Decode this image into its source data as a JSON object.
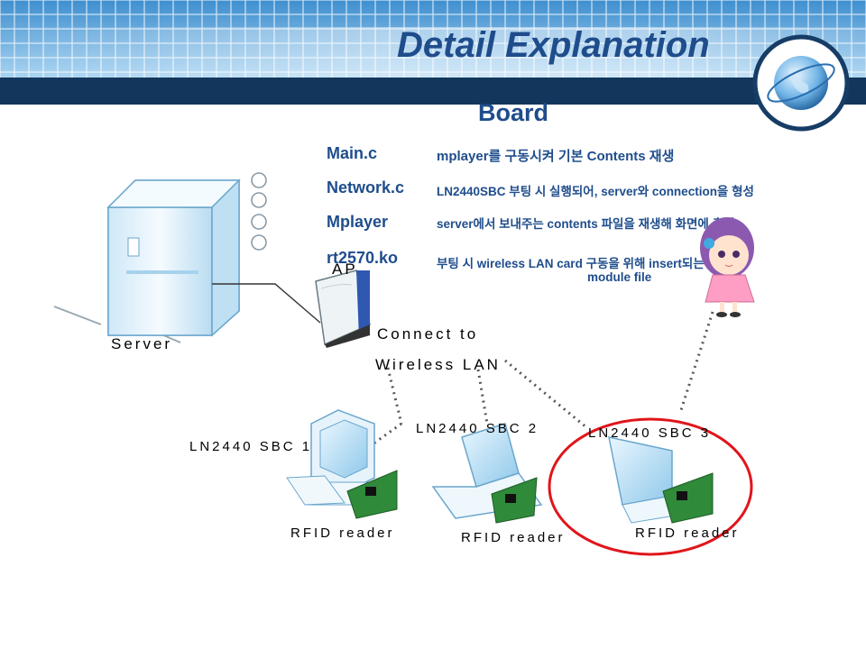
{
  "title": "Detail Explanation",
  "board": {
    "heading": "Board",
    "rows": [
      {
        "term": "Main.c",
        "desc": "mplayer를 구동시켜 기본 Contents 재생"
      },
      {
        "term": "Network.c",
        "desc": "LN2440SBC 부팅 시 실행되어, server와 connection을 형성"
      },
      {
        "term": "Mplayer",
        "desc": "server에서 보내주는 contents 파일을 재생해 화면에 출력"
      },
      {
        "term": "rt2570.ko",
        "desc": "부팅 시 wireless LAN card 구동을 위해 insert되는 device",
        "desc2": "module file"
      }
    ]
  },
  "diagram": {
    "server_label": "Server",
    "ap_label": "AP",
    "connect_label_1": "Connect to",
    "connect_label_2": "Wireless LAN",
    "sbc1": "LN2440 SBC 1",
    "sbc2": "LN2440 SBC 2",
    "sbc3": "LN2440 SBC 3",
    "rfid1": "RFID reader",
    "rfid2": "RFID reader",
    "rfid3": "RFID reader"
  },
  "colors": {
    "banner_dark": "#13365c",
    "title_blue": "#1f4d8c",
    "highlight_red": "#e0151b"
  }
}
